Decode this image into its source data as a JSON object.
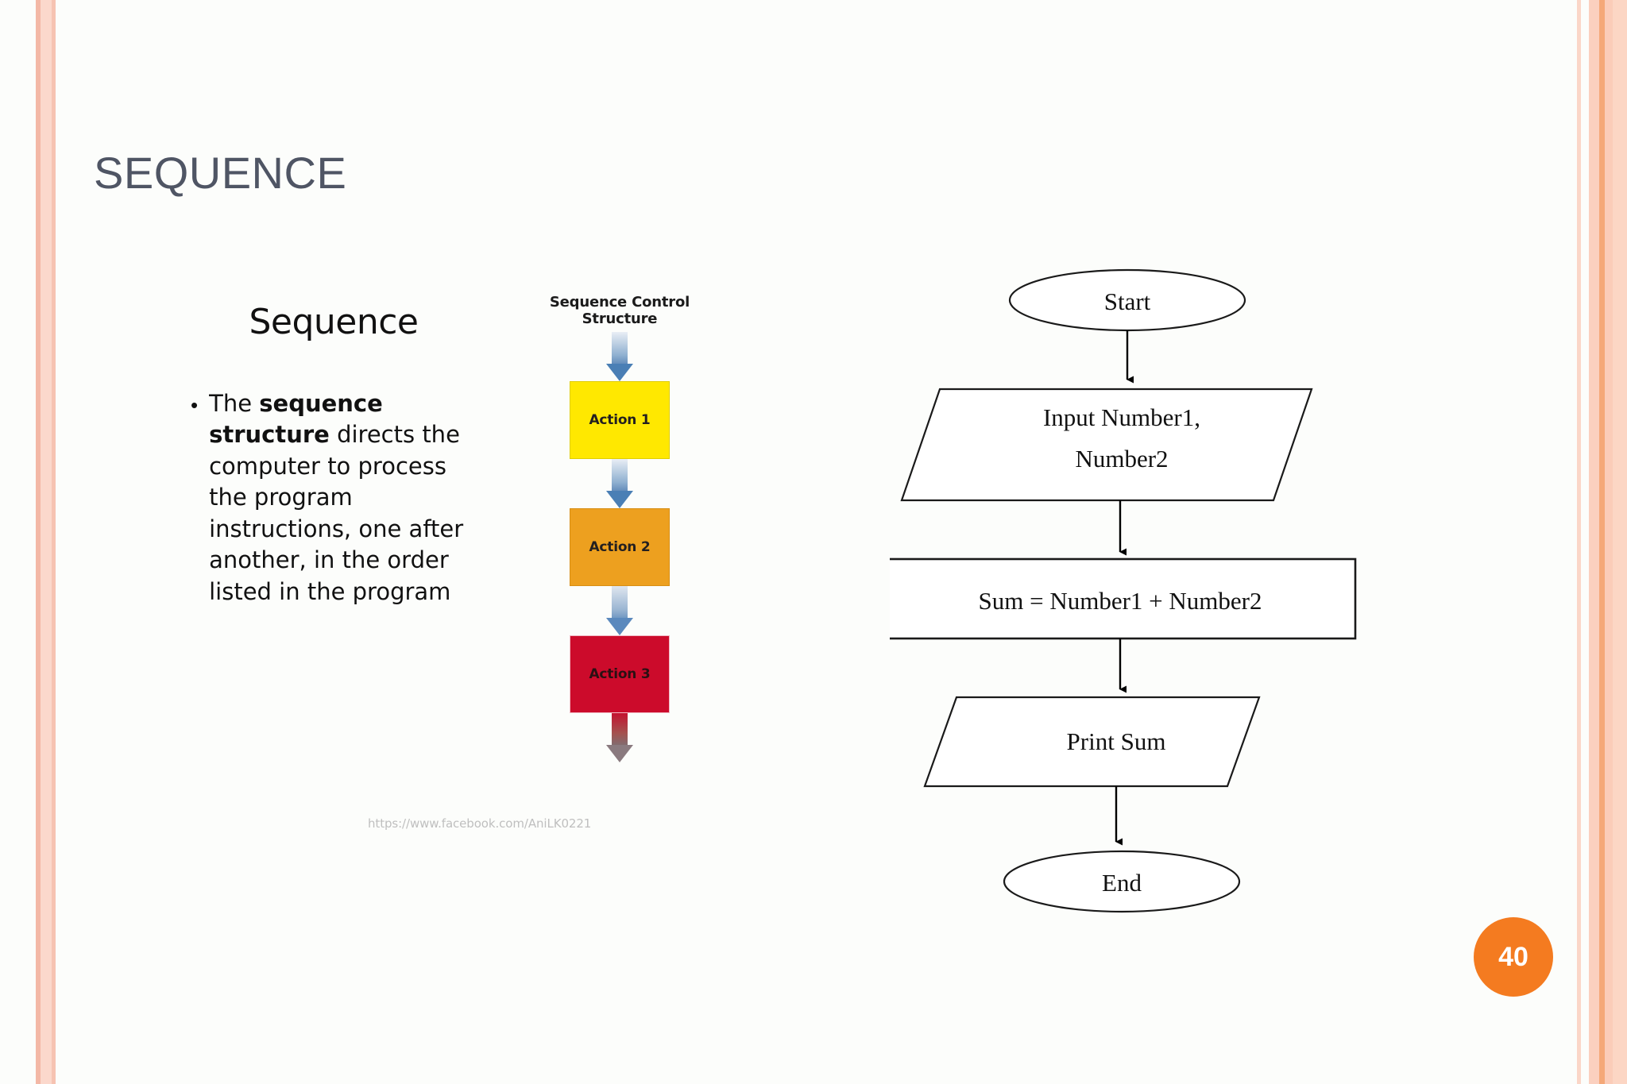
{
  "slide": {
    "title": "SEQUENCE",
    "page_number": "40",
    "title_color": "#4f5564",
    "badge_color": "#f47b20",
    "background_color": "#fcfdfb"
  },
  "left_clipart": {
    "heading": "Sequence",
    "bullet_marker": "•",
    "bullet_lead": "The ",
    "bullet_bold": "sequence structure",
    "bullet_rest": " directs the computer to process the program instructions, one after another, in the order listed in the program"
  },
  "middle_clipart": {
    "caption": "Sequence Control Structure",
    "steps": [
      {
        "label": "Action 1",
        "color": "#ffe800"
      },
      {
        "label": "Action 2",
        "color": "#eda01f"
      },
      {
        "label": "Action 3",
        "color": "#cc0b2b"
      }
    ],
    "watermark": "https://www.facebook.com/AniLK0221"
  },
  "flowchart": {
    "nodes": [
      {
        "id": "start",
        "shape": "ellipse",
        "label": "Start"
      },
      {
        "id": "input",
        "shape": "parallelogram",
        "label_line1": "Input Number1,",
        "label_line2": "Number2"
      },
      {
        "id": "process",
        "shape": "rectangle",
        "label": "Sum = Number1 + Number2"
      },
      {
        "id": "output",
        "shape": "parallelogram",
        "label": "Print Sum"
      },
      {
        "id": "end",
        "shape": "ellipse",
        "label": "End"
      }
    ],
    "edges": [
      {
        "from": "start",
        "to": "input"
      },
      {
        "from": "input",
        "to": "process"
      },
      {
        "from": "process",
        "to": "output"
      },
      {
        "from": "output",
        "to": "end"
      }
    ]
  }
}
